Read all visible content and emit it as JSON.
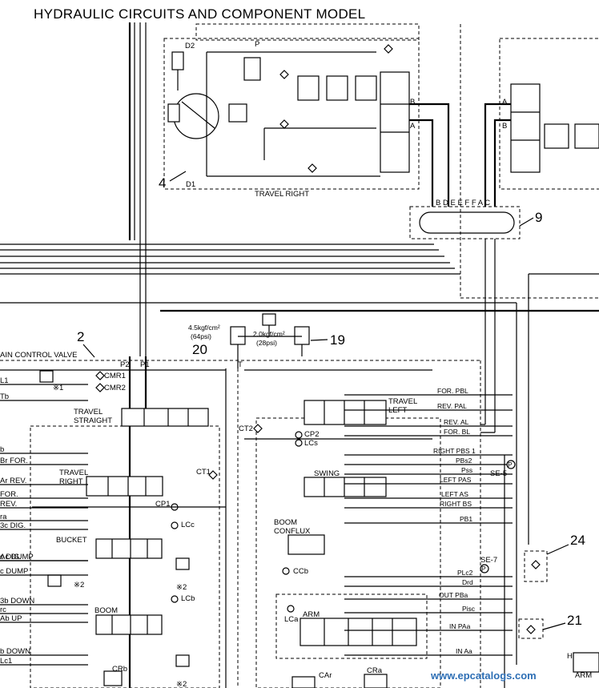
{
  "title": "HYDRAULIC CIRCUITS AND COMPONENT MODEL",
  "callouts": {
    "c2": "2",
    "c4": "4",
    "c9": "9",
    "c19": "19",
    "c20": "20",
    "c21": "21",
    "c24": "24"
  },
  "top_block": {
    "d2": "D2",
    "d1": "D1",
    "p": "P",
    "b": "B",
    "a": "A",
    "travel_right": "TRAVEL RIGHT",
    "right_a": "A",
    "right_b": "B"
  },
  "swivel": {
    "ports": "B D E E  F F A C"
  },
  "relief": {
    "v45": "4.5kgf/cm²",
    "v45psi": "(64psi)",
    "v20": "2.0kgf/cm²",
    "v20psi": "(28psi)"
  },
  "mcv": {
    "title": "AIN CONTROL VALVE",
    "p2": "P2",
    "p1": "P1",
    "t": "T",
    "cmr1": "CMR1",
    "cmr2": "CMR2",
    "travel_straight_1": "TRAVEL",
    "travel_straight_2": "STRAIGHT",
    "ct2": "CT2",
    "cp2": "CP2",
    "lcs": "LCs",
    "travel_left_1": "TRAVEL",
    "travel_left_2": "LEFT",
    "ct1": "CT1",
    "travel_right_1": "TRAVEL",
    "travel_right_2": "RIGHT",
    "swing": "SWING",
    "cp1": "CP1",
    "lcc": "LCc",
    "bucket": "BUCKET",
    "boom_conflux_1": "BOOM",
    "boom_conflux_2": "CONFLUX",
    "ccb": "CCb",
    "lcb": "LCb",
    "boom": "BOOM",
    "lca": "LCa",
    "arm": "ARM",
    "car": "CAr",
    "cra": "CRa",
    "crb": "CRb",
    "x1": "※1",
    "x2a": "※2",
    "x2b": "※2",
    "x2c": "※2"
  },
  "left_labels": [
    "L1",
    "Tb",
    "b",
    "Br FOR.",
    "Ar REV.",
    "FOR.",
    "REV.",
    "ra",
    "3c DIG.",
    "Ac DUMP",
    "c DIG.",
    "c DUMP",
    "3b DOWN",
    "rc",
    "Ab UP",
    "b DOWN",
    "Lc1"
  ],
  "right_labels": [
    "FOR. PBL",
    "REV. PAL",
    "REV. AL",
    "FOR. BL",
    "RIGHT PBS 1",
    "PBs2",
    "Pss",
    "LEFT PAS",
    "LEFT AS",
    "RIGHT BS",
    "PB1",
    "PLc2",
    "Drd",
    "OUT PBa",
    "Pisc",
    "IN PAa",
    "IN Aa"
  ],
  "se5": "SE-5",
  "se7": "SE-7",
  "pgauge": "P",
  "arm_right": "ARM",
  "h": "H",
  "watermark": "www.epcatalogs.com"
}
